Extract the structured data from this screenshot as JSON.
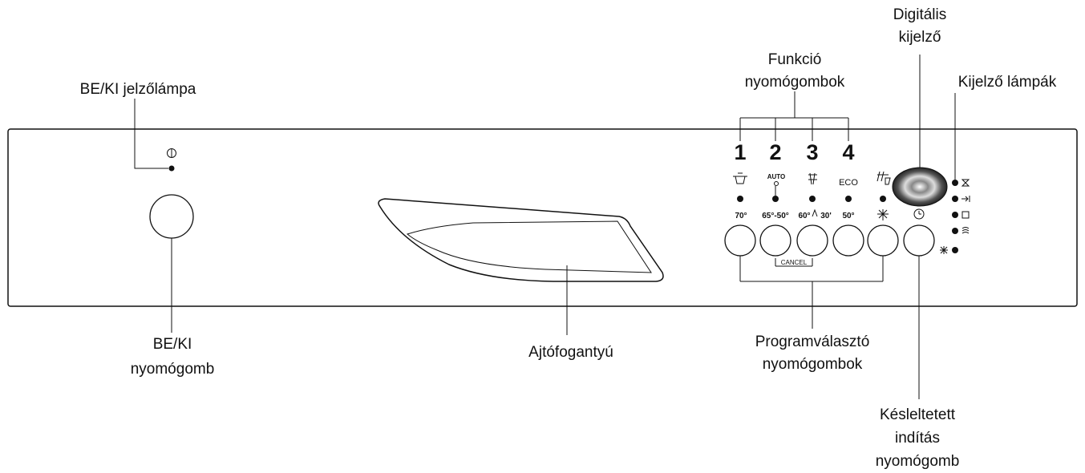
{
  "callouts": {
    "power_lamp": "BE/KI jelzőlámpa",
    "power_button": [
      "BE/KI",
      "nyomógomb"
    ],
    "door_handle": "Ajtófogantyú",
    "function_buttons": [
      "Funkció",
      "nyomógombok"
    ],
    "digital_display": [
      "Digitális",
      "kijelző"
    ],
    "indicator_lamps": "Kijelző lámpák",
    "program_buttons": [
      "Programválasztó",
      "nyomógombok"
    ],
    "delay_start": [
      "Késleltetett",
      "indítás",
      "nyomógomb"
    ]
  },
  "panel": {
    "function_numbers": [
      "1",
      "2",
      "3",
      "4"
    ],
    "temps": [
      "70°",
      "65°-50°",
      "60°",
      "30'",
      "50°"
    ],
    "auto_label": "AUTO",
    "eco_label": "ECO",
    "cancel_label": "CANCEL"
  }
}
